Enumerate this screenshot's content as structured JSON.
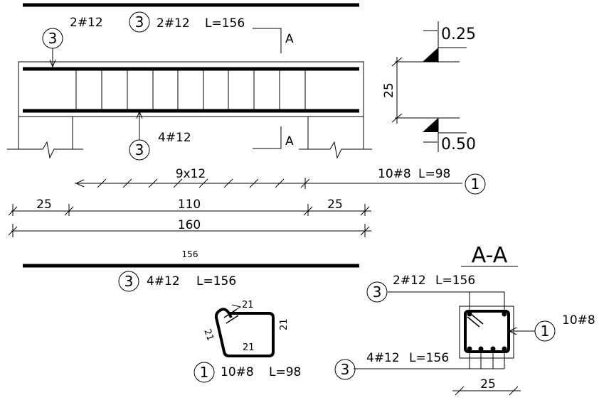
{
  "beam": {
    "top_label": "2#12",
    "top_callout": {
      "mark": "3",
      "spec": "2#12",
      "length": "L=156"
    },
    "top_marker": "3",
    "bottom_marker": "3",
    "bottom_label": "4#12",
    "section_mark_top": "A",
    "section_mark_bottom": "A"
  },
  "levels": {
    "top": "0.25",
    "bottom": "0.50",
    "height": "25"
  },
  "dimensions": {
    "stirrup_spacing": "9x12",
    "stirrup_callout": {
      "spec": "10#8",
      "length": "L=98",
      "mark": "1"
    },
    "left_support": "25",
    "clear_span": "110",
    "right_support": "25",
    "total_length": "160"
  },
  "bar_schedule": {
    "straight_bar_length": "156",
    "straight_bar": {
      "mark": "3",
      "spec": "4#12",
      "length": "L=156"
    },
    "stirrup_segments": {
      "top": "21",
      "right": "21",
      "bottom": "21",
      "left": "21"
    },
    "stirrup": {
      "mark": "1",
      "spec": "10#8",
      "length": "L=98"
    }
  },
  "section": {
    "title": "A-A",
    "top_callout": {
      "mark": "3",
      "spec": "2#12",
      "length": "L=156"
    },
    "stirrup_callout": {
      "mark": "1",
      "spec": "10#8"
    },
    "bottom_callout": {
      "mark": "3",
      "spec": "4#12",
      "length": "L=156"
    },
    "width": "25"
  }
}
